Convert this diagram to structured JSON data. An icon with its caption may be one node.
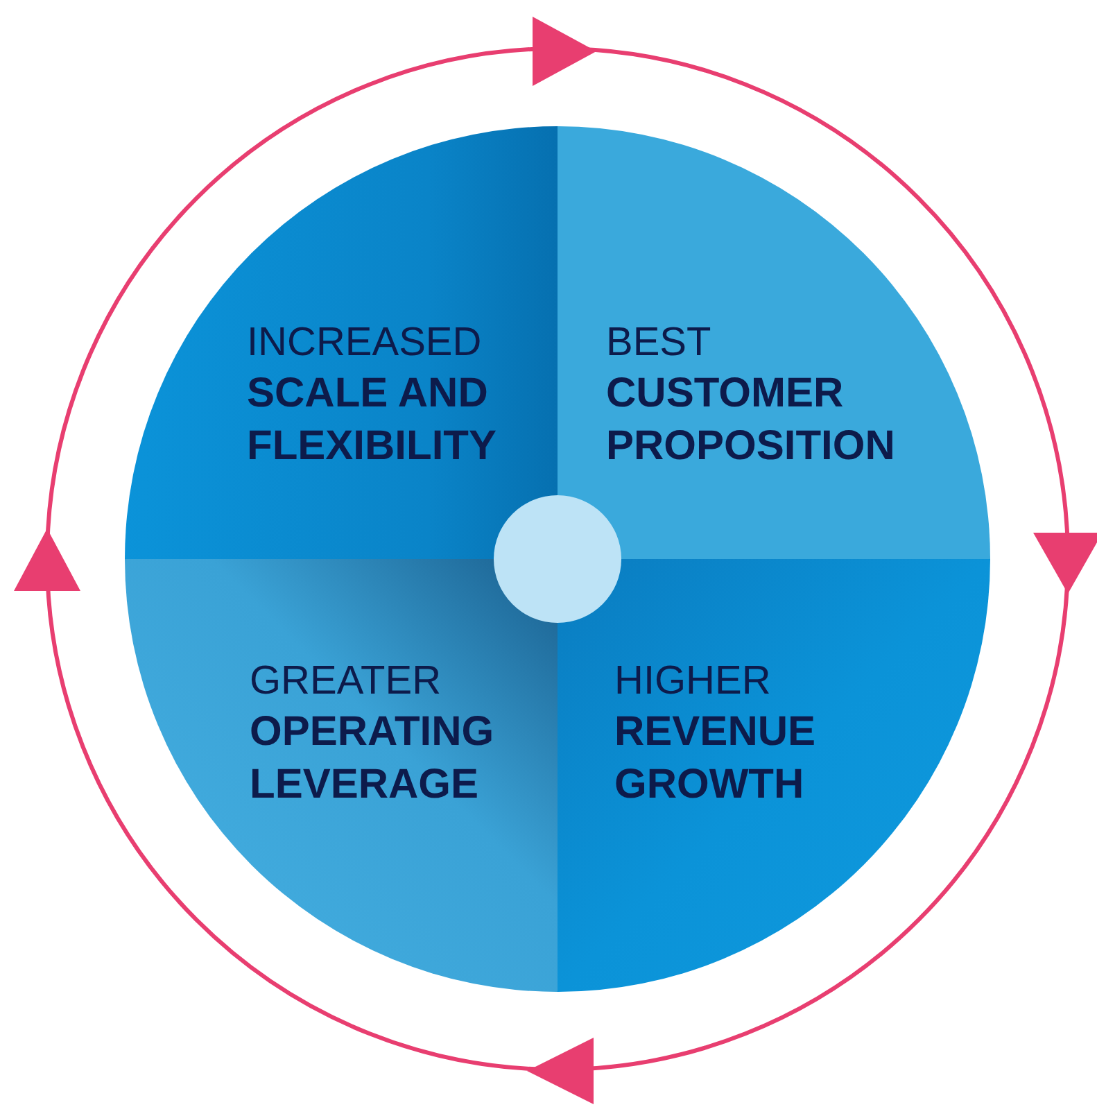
{
  "diagram": {
    "nodes": [
      {
        "text": [
          "INCREASED",
          "SCALE AND FLEXIBILITY"
        ]
      },
      {
        "text": [
          "BEST",
          "CUSTOMER PROPOSITION"
        ]
      },
      {
        "text": [
          "GREATER",
          "OPERATING LEVERAGE"
        ]
      },
      {
        "text": [
          "HIGHER",
          "REVENUE GROWTH"
        ]
      },
      {
        "text": [],
        "shape": "circle"
      }
    ]
  }
}
